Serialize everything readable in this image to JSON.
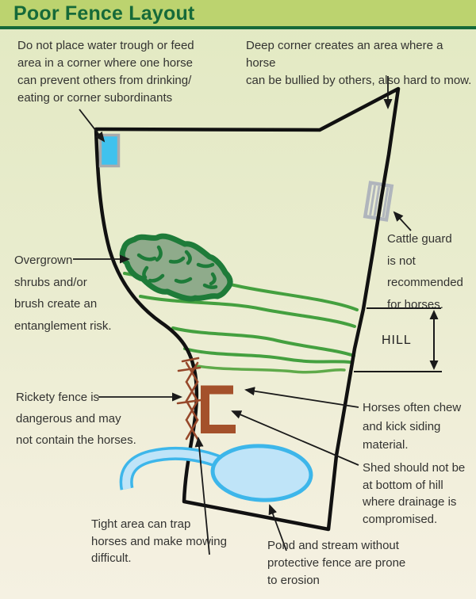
{
  "header": {
    "title": "Poor Fence Layout"
  },
  "notes": {
    "water_trough": "Do not place water trough or feed\narea in a corner where one horse\ncan prevent others from drinking/\neating or corner subordinants",
    "deep_corner": "Deep corner creates an area where a horse\ncan be bullied by others, also hard to mow.",
    "overgrown": "Overgrown\nshrubs and/or\nbrush create an\nentanglement risk.",
    "cattle_guard": "Cattle guard\nis not\nrecommended\nfor horses.",
    "hill": "HILL",
    "rickety": "Rickety fence is\ndangerous and may\nnot contain the horses.",
    "chew": "Horses often chew\nand kick siding\nmaterial.",
    "shed": "Shed should not be\nat bottom of hill\nwhere drainage is\ncompromised.",
    "tight_area": "Tight area can trap\nhorses and make mowing\ndifficult.",
    "pond": "Pond and stream without\nprotective fence are prone\nto erosion"
  },
  "colors": {
    "header_bg": "#bcd36f",
    "header_text": "#156a39",
    "fence": "#111111",
    "contour_green": "#44a03f",
    "shrub_outline": "#1e7b39",
    "shrub_fill": "#8fab8b",
    "trough_fill": "#3fc2ee",
    "trough_border": "#a9abad",
    "cattle_guard_gray": "#b0b5bc",
    "shed_brown": "#a4512b",
    "rickety_brown": "#96482a",
    "pond_fill": "#bfe4f8",
    "pond_stroke": "#3db6ea",
    "body_text": "#333331"
  }
}
